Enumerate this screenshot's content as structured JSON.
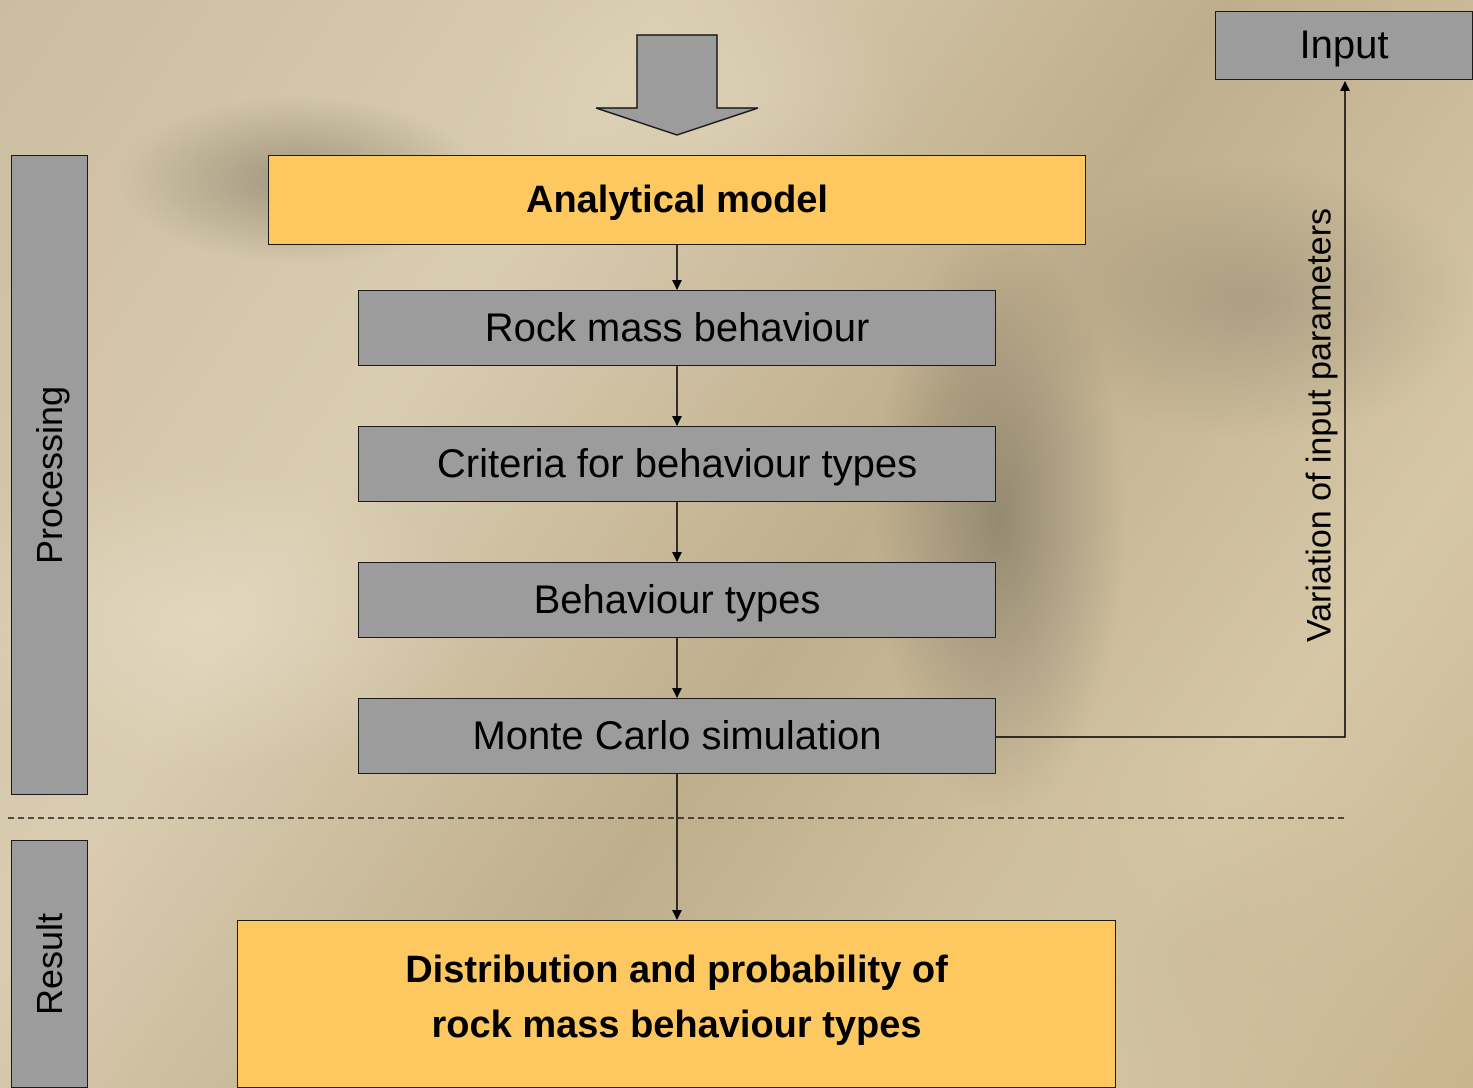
{
  "input": {
    "label": "Input"
  },
  "main_model": {
    "label": "Analytical model"
  },
  "steps": [
    {
      "label": "Rock mass behaviour"
    },
    {
      "label": "Criteria for behaviour types"
    },
    {
      "label": "Behaviour types"
    },
    {
      "label": "Monte Carlo simulation"
    }
  ],
  "result_box": {
    "line1": "Distribution and probability of",
    "line2": "rock mass behaviour types"
  },
  "feedback": {
    "label": "Variation of input parameters"
  },
  "sections": {
    "processing": "Processing",
    "result": "Result"
  },
  "colors": {
    "accent": "#fdc860",
    "box_grey": "#9c9c9c",
    "background": "#d2c2a4"
  }
}
